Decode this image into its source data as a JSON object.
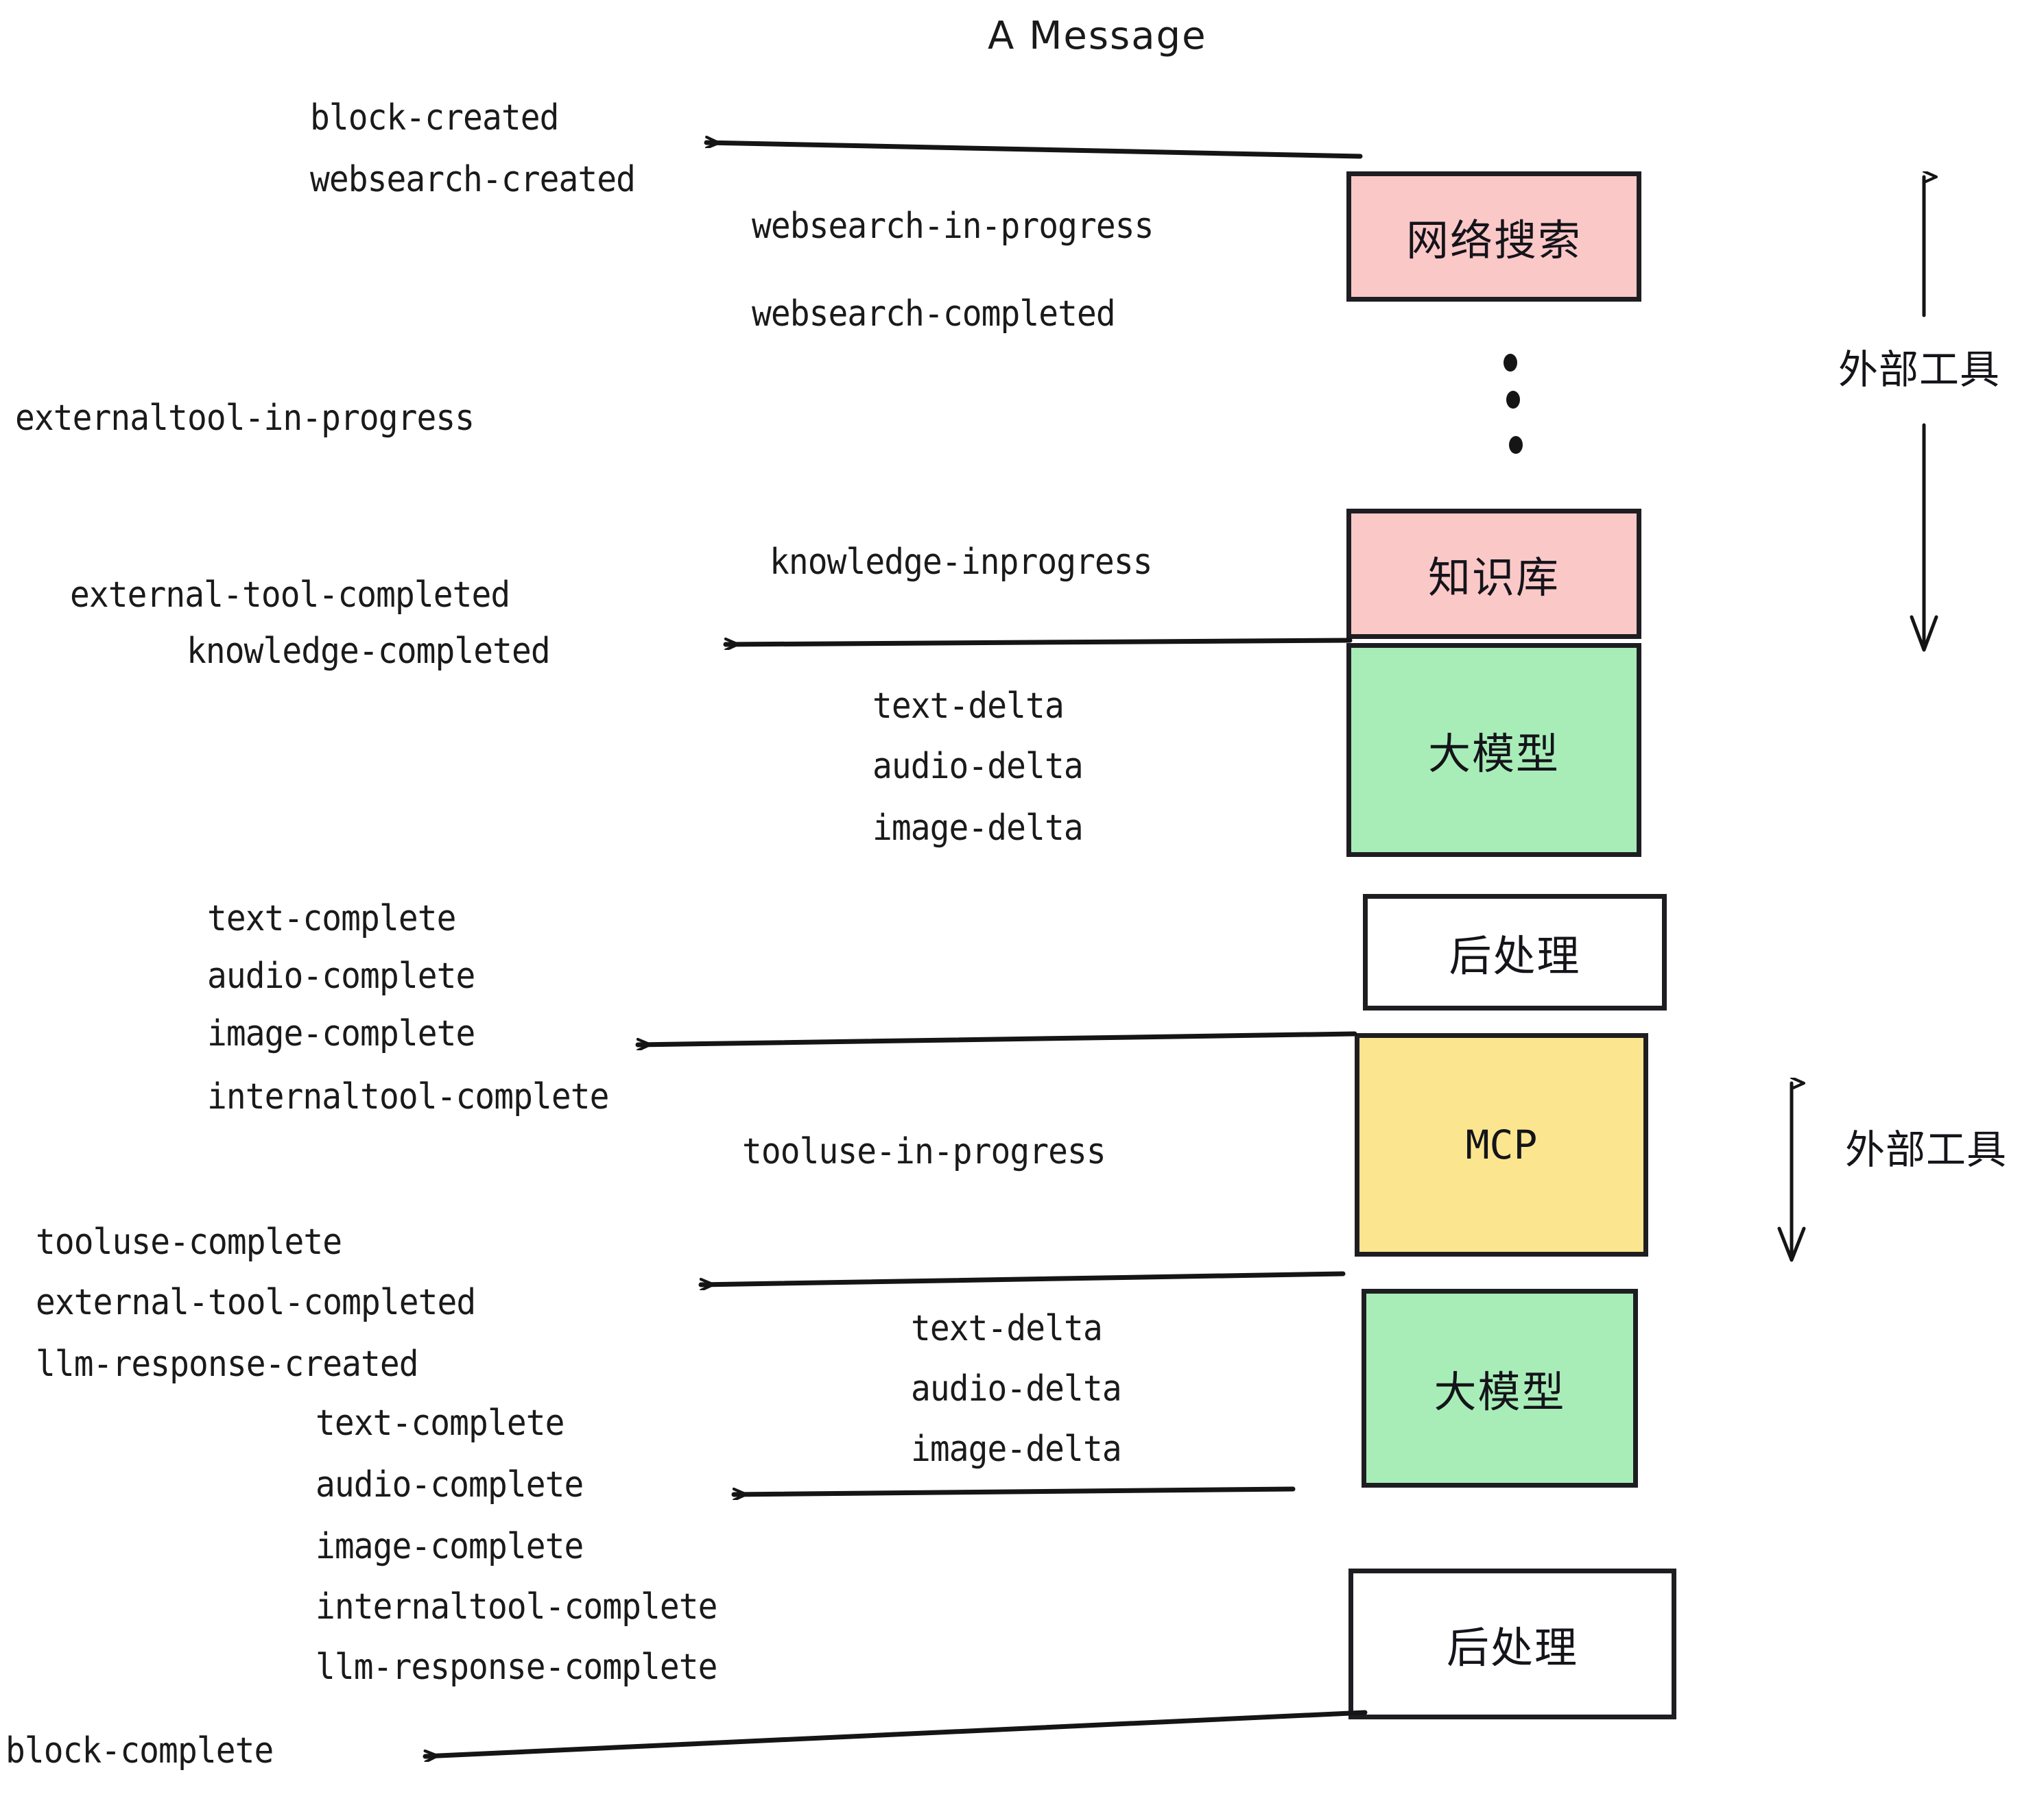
{
  "title": "A Message",
  "boxes": [
    {
      "id": "websearch",
      "label": "网络搜索",
      "color": "#FBC8C8",
      "type": "cjk"
    },
    {
      "id": "knowledge",
      "label": "知识库",
      "color": "#FBC8C8",
      "type": "cjk"
    },
    {
      "id": "llm-top",
      "label": "大模型",
      "color": "#A8EDB8",
      "type": "cjk"
    },
    {
      "id": "postprocess-top",
      "label": "后处理",
      "color": "#FFFFFF",
      "type": "cjk"
    },
    {
      "id": "mcp",
      "label": "MCP",
      "color": "#FCE58F",
      "type": "mono"
    },
    {
      "id": "llm-bottom",
      "label": "大模型",
      "color": "#A8EDB8",
      "type": "cjk"
    },
    {
      "id": "postprocess-bottom",
      "label": "后处理",
      "color": "#FFFFFF",
      "type": "cjk"
    }
  ],
  "side_labels": {
    "external_tools_top": "外部工具",
    "external_tools_bottom": "外部工具"
  },
  "events": {
    "block_created": "block-created",
    "websearch_created": "websearch-created",
    "websearch_in_progress": "websearch-in-progress",
    "websearch_completed": "websearch-completed",
    "externaltool_in_progress": "externaltool-in-progress",
    "knowledge_inprogress": "knowledge-inprogress",
    "external_tool_completed_1": "external-tool-completed",
    "knowledge_completed": "knowledge-completed",
    "text_delta_1": "text-delta",
    "audio_delta_1": "audio-delta",
    "image_delta_1": "image-delta",
    "text_complete_1": "text-complete",
    "audio_complete_1": "audio-complete",
    "image_complete_1": "image-complete",
    "internaltool_complete_1": "internaltool-complete",
    "tooluse_in_progress": "tooluse-in-progress",
    "tooluse_complete": "tooluse-complete",
    "external_tool_completed_2": "external-tool-completed",
    "llm_response_created": "llm-response-created",
    "text_delta_2": "text-delta",
    "audio_delta_2": "audio-delta",
    "image_delta_2": "image-delta",
    "text_complete_2": "text-complete",
    "audio_complete_2": "audio-complete",
    "image_complete_2": "image-complete",
    "internaltool_complete_2": "internaltool-complete",
    "llm_response_complete": "llm-response-complete",
    "block_complete": "block-complete"
  },
  "colors": {
    "pink": "#FBC8C8",
    "green": "#A8EDB8",
    "yellow": "#FCE58F",
    "white": "#FFFFFF",
    "stroke": "#1e1e22"
  }
}
